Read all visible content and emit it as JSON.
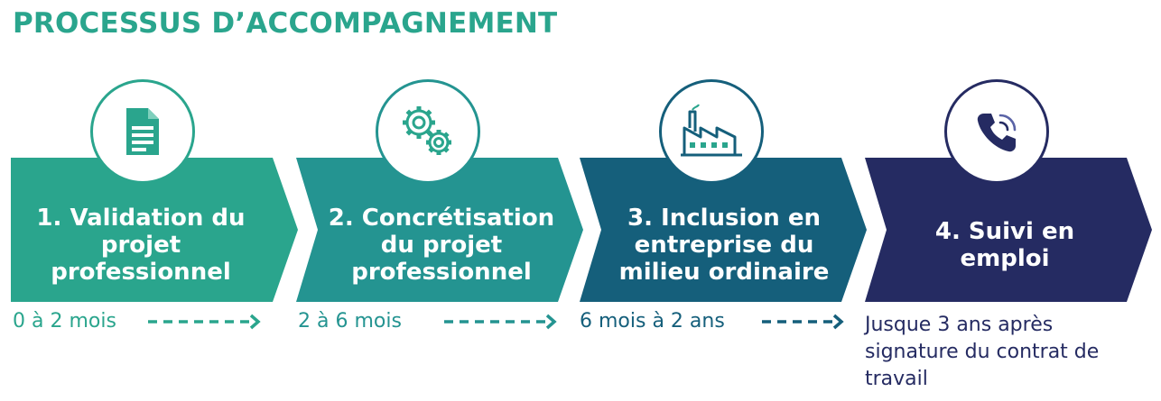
{
  "title": "PROCESSUS D’ACCOMPAGNEMENT",
  "colors": {
    "title": "#2aa58d",
    "step1": "#2aa58d",
    "step2": "#249491",
    "step3": "#155f7b",
    "step4": "#252b62",
    "icon_stroke": "#252b62",
    "icon_accent": "#2aa58d"
  },
  "steps": [
    {
      "label": "1. Validation du projet professionnel",
      "duration": "0 à 2 mois",
      "icon": "document-icon"
    },
    {
      "label": "2. Concrétisation du projet professionnel",
      "duration": "2 à 6 mois",
      "icon": "gears-icon"
    },
    {
      "label": "3. Inclusion en entreprise du milieu ordinaire",
      "duration": "6 mois à 2 ans",
      "icon": "factory-icon"
    },
    {
      "label": "4. Suivi en emploi",
      "duration": "Jusque 3 ans après signature du contrat de travail",
      "icon": "phone-icon"
    }
  ]
}
